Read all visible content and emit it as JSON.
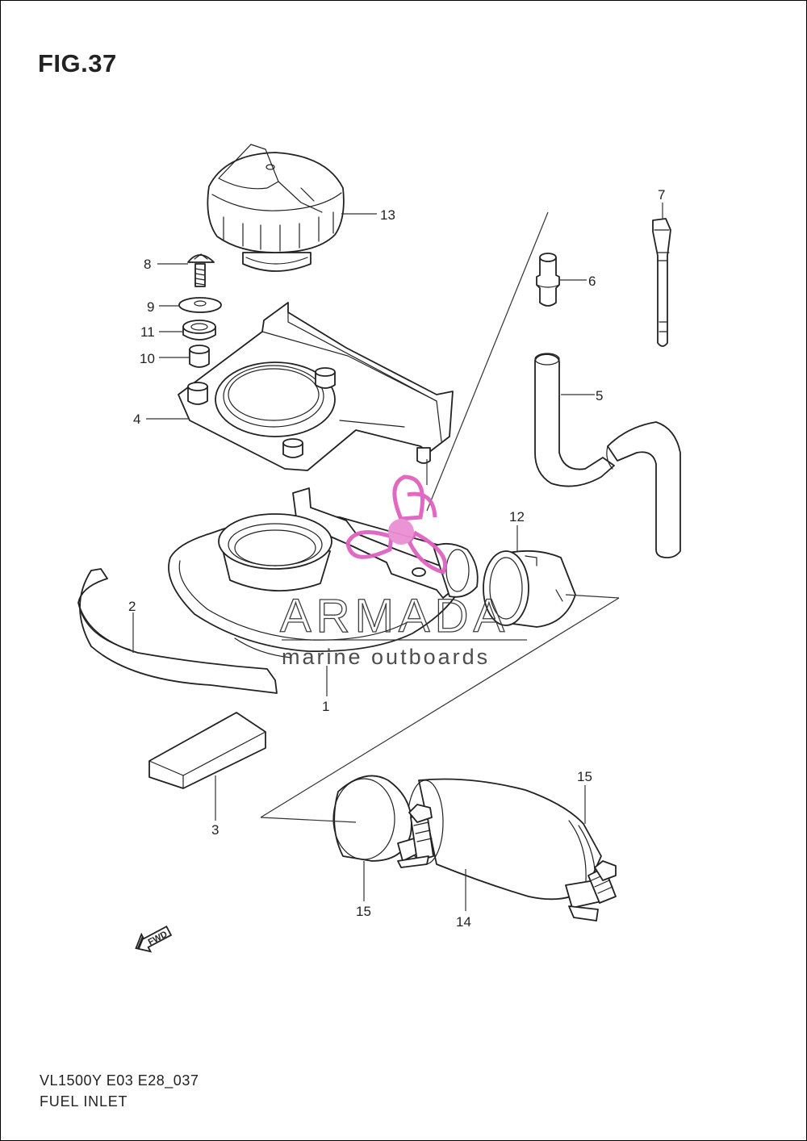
{
  "header": {
    "figure_label": "FIG.37"
  },
  "footer": {
    "model_code": "VL1500Y E03 E28_037",
    "caption": "FUEL INLET"
  },
  "watermark": {
    "brand": "ARMADA",
    "tagline": "marine outboards",
    "logo_color": "#e060c0"
  },
  "fwd_marker": "FWD",
  "callouts": [
    "1",
    "2",
    "3",
    "4",
    "5",
    "6",
    "7",
    "8",
    "9",
    "10",
    "11",
    "12",
    "13",
    "14",
    "15",
    "15"
  ]
}
